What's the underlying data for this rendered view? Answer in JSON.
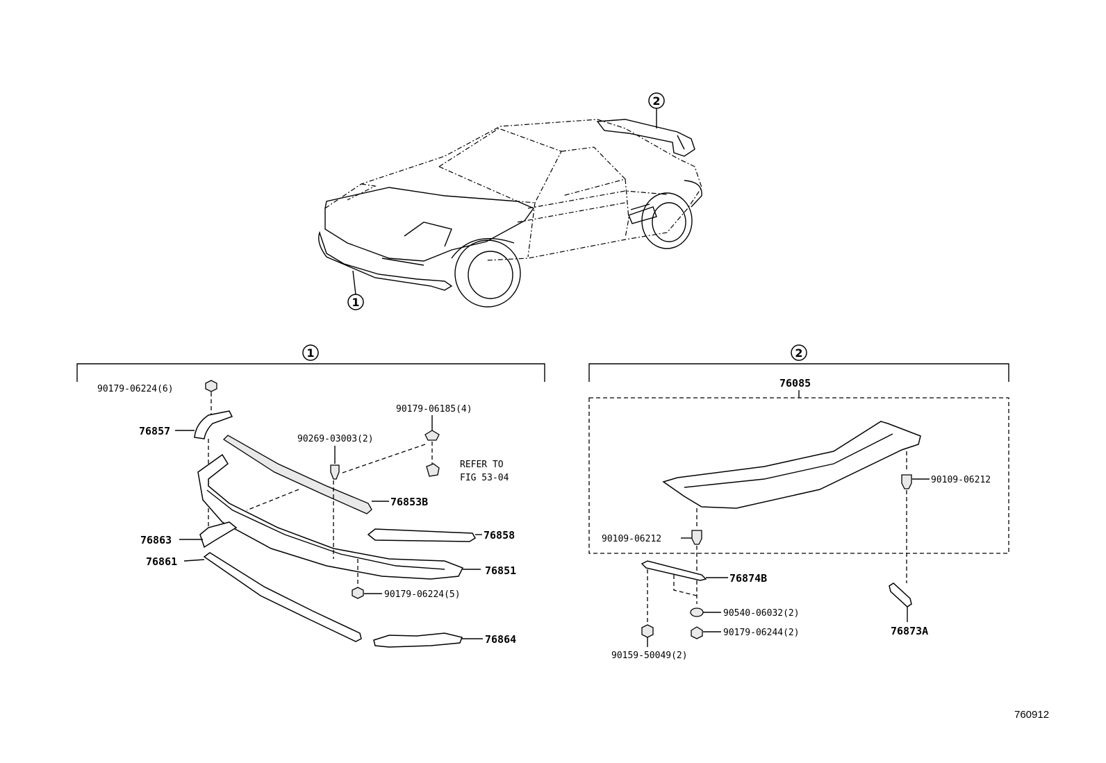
{
  "callouts": {
    "front": "1",
    "rear": "2"
  },
  "groups": {
    "front_header": "1",
    "rear_header": "2"
  },
  "front_parts": {
    "p90179_06224_6": "90179-06224(6)",
    "p76857": "76857",
    "p90179_06185_4": "90179-06185(4)",
    "p90269_03003_2": "90269-03003(2)",
    "refer_line1": "REFER TO",
    "refer_line2": "FIG 53-04",
    "p76853B": "76853B",
    "p76863": "76863",
    "p76858": "76858",
    "p76861": "76861",
    "p76851": "76851",
    "p90179_06224_5": "90179-06224(5)",
    "p76864": "76864"
  },
  "rear_parts": {
    "p76085": "76085",
    "p90109_06212_right": "90109-06212",
    "p90109_06212_left": "90109-06212",
    "p76874B": "76874B",
    "p90540_06032_2": "90540-06032(2)",
    "p90179_06244_2": "90179-06244(2)",
    "p90159_50049_2": "90159-50049(2)",
    "p76873A": "76873A"
  },
  "footer": {
    "figure_number": "760912"
  }
}
